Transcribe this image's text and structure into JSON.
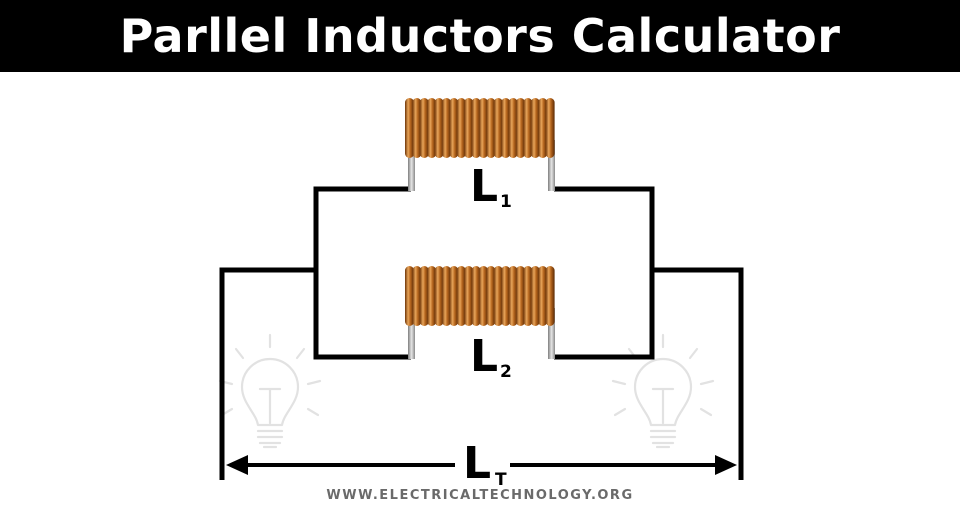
{
  "header": {
    "title": "Parllel Inductors Calculator"
  },
  "diagram": {
    "inductor_1": {
      "symbol": "L",
      "subscript": "1"
    },
    "inductor_2": {
      "symbol": "L",
      "subscript": "2"
    },
    "total": {
      "symbol": "L",
      "subscript": "T"
    }
  },
  "footer": {
    "website": "WWW.ELECTRICALTECHNOLOGY.ORG"
  },
  "colors": {
    "title_bar": "#000000",
    "title_text": "#ffffff",
    "wire": "#000000",
    "coil_copper": "#b5651d",
    "coil_highlight": "#e8a55a",
    "coil_shadow": "#6e3508",
    "lead_wire": "#a8a8a8",
    "bulb_outline": "#e2e2e2",
    "footer_text": "#6a6a6a"
  },
  "icons": {
    "left_decoration": "light-bulb-icon",
    "right_decoration": "light-bulb-icon",
    "coil_1": "inductor-coil-icon",
    "coil_2": "inductor-coil-icon"
  }
}
